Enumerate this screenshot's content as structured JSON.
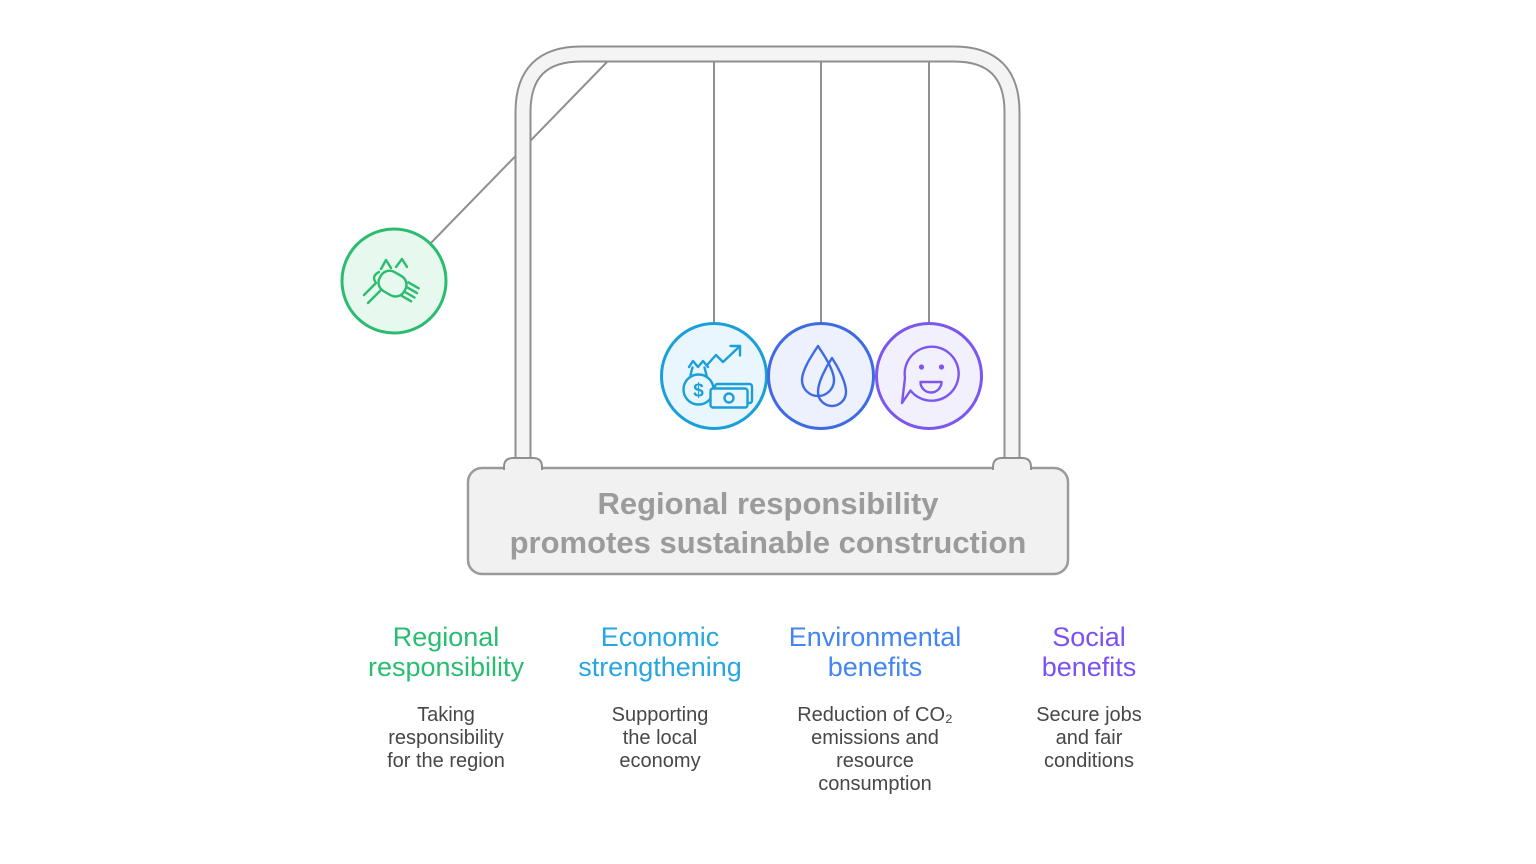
{
  "sign": {
    "line1": "Regional responsibility",
    "line2": "promotes sustainable construction"
  },
  "balls": [
    {
      "label": "regional-responsibility",
      "icon": "hands-teamwork-icon",
      "color": "#2bbc70",
      "fill": "#e7f8ee"
    },
    {
      "label": "economic-strengthening",
      "icon": "money-growth-icon",
      "color": "#1b9fd9",
      "fill": "#e9f6fd"
    },
    {
      "label": "environmental-benefits",
      "icon": "water-drops-icon",
      "color": "#3e6be4",
      "fill": "#edf1fd"
    },
    {
      "label": "social-benefits",
      "icon": "smiley-speech-icon",
      "color": "#7b57ef",
      "fill": "#f3f0fd"
    }
  ],
  "money_icon": {
    "dollar": "$"
  },
  "columns": [
    {
      "title": "Regional\nresponsibility",
      "color": "#28bd70",
      "description": "Taking\nresponsibility\nfor the region"
    },
    {
      "title": "Economic\nstrengthening",
      "color": "#26a6e2",
      "description": "Supporting\nthe local\neconomy"
    },
    {
      "title": "Environmental\nbenefits",
      "color": "#4385f4",
      "description": "Reduction of CO₂\nemissions and\nresource\nconsumption"
    },
    {
      "title": "Social\nbenefits",
      "color": "#7b50f5",
      "description": "Secure jobs\nand fair\nconditions"
    }
  ]
}
